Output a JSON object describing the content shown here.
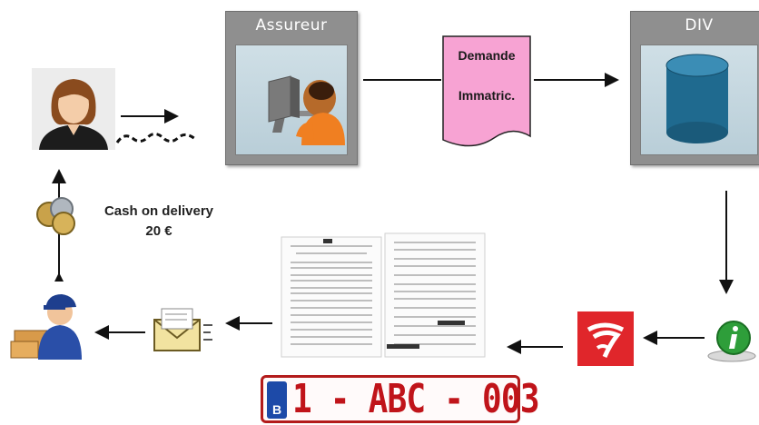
{
  "insurer": {
    "title": "Assureur"
  },
  "div": {
    "title": "DIV"
  },
  "request_doc": {
    "line1": "Demande",
    "line2": "Immatric."
  },
  "payment": {
    "line1": "Cash on delivery",
    "line2": "20 €"
  },
  "plate": {
    "country": "B",
    "number": "1 - ABC - 003"
  },
  "colors": {
    "window_gray": "#8f8f8f",
    "request_doc": "#f7a3d3",
    "database": "#1f6a8f",
    "bpost_red": "#e0262b",
    "plate_red": "#c0141a",
    "info_green": "#2e9e3a"
  },
  "icons": {
    "customer": "woman-avatar-icon",
    "insurer_agent": "man-at-computer-icon",
    "database": "database-cylinder-icon",
    "info": "info-icon",
    "postal": "bpost-logo-icon",
    "mail": "envelope-icon",
    "coins": "coins-icon",
    "courier": "delivery-man-icon"
  }
}
